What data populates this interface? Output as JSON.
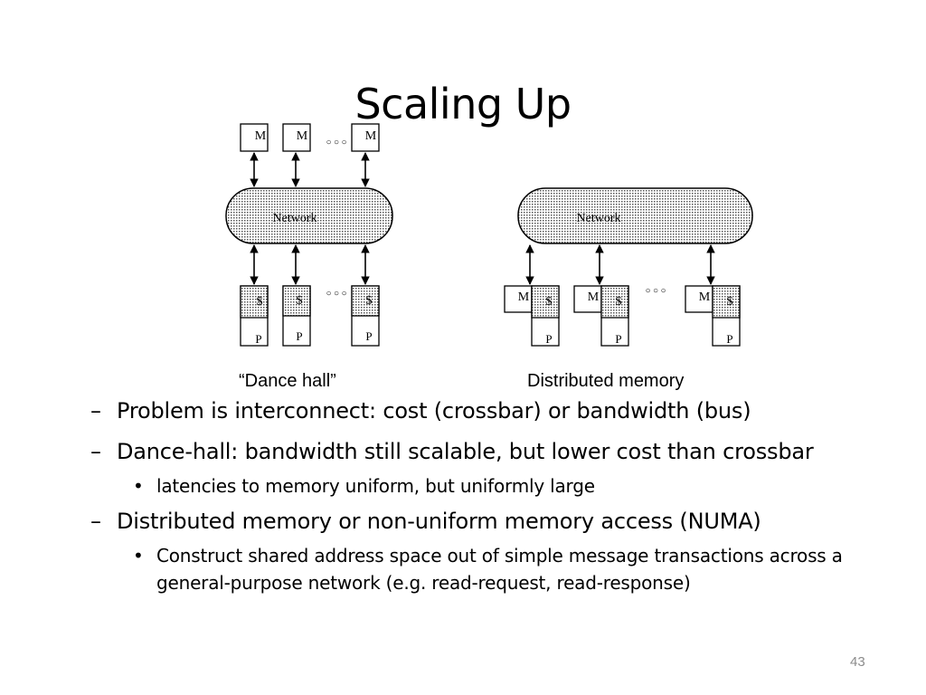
{
  "slide": {
    "title": "Scaling Up",
    "page_number": "43"
  },
  "diagram": {
    "dance_hall": {
      "caption": "“Dance hall”",
      "memory_label": "M",
      "network_label": "Network",
      "cache_label": "$",
      "processor_label": "P",
      "ellipsis": "○ ○ ○"
    },
    "distributed": {
      "caption": "Distributed memory",
      "memory_label": "M",
      "network_label": "Network",
      "cache_label": "$",
      "processor_label": "P",
      "ellipsis": "○ ○ ○"
    }
  },
  "bullets": [
    {
      "marker": "–",
      "text": "Problem is interconnect: cost (crossbar) or bandwidth (bus)"
    },
    {
      "marker": "–",
      "text": "Dance-hall:  bandwidth still scalable, but lower cost than crossbar"
    },
    {
      "marker": "•",
      "text": "latencies to memory uniform, but uniformly large"
    },
    {
      "marker": "–",
      "text": "Distributed memory or non-uniform memory access (NUMA)"
    },
    {
      "marker": "•",
      "text": "Construct shared address space  out of simple message transactions across a general-purpose network (e.g. read-request, read-response)"
    }
  ]
}
